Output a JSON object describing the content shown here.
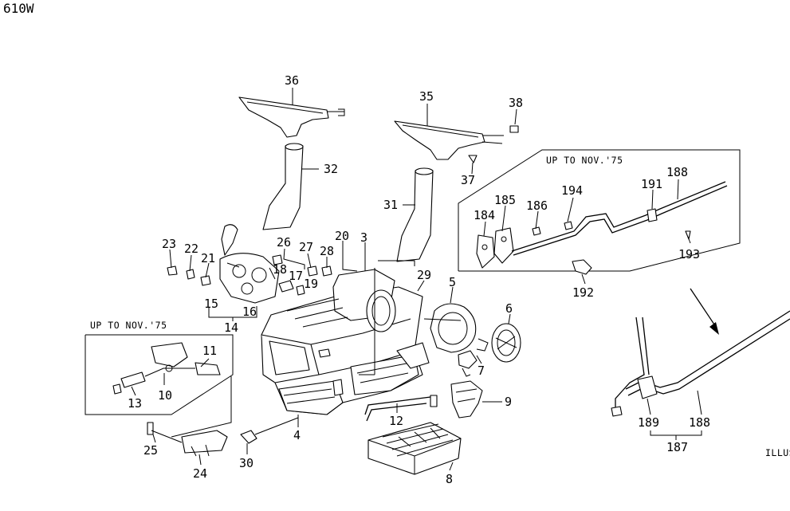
{
  "diagram": {
    "code": "610W",
    "footer_text": "ILLUS",
    "insets": [
      {
        "note": "UP TO NOV.'75"
      },
      {
        "note": "UP TO NOV.'75"
      }
    ],
    "callouts": [
      "36",
      "35",
      "38",
      "32",
      "37",
      "31",
      "188",
      "191",
      "194",
      "186",
      "185",
      "184",
      "193",
      "192",
      "23",
      "22",
      "21",
      "26",
      "27",
      "28",
      "20",
      "3",
      "18",
      "17",
      "19",
      "29",
      "5",
      "6",
      "15",
      "16",
      "14",
      "7",
      "11",
      "10",
      "13",
      "9",
      "12",
      "4",
      "25",
      "24",
      "30",
      "8",
      "189",
      "188",
      "187"
    ]
  }
}
